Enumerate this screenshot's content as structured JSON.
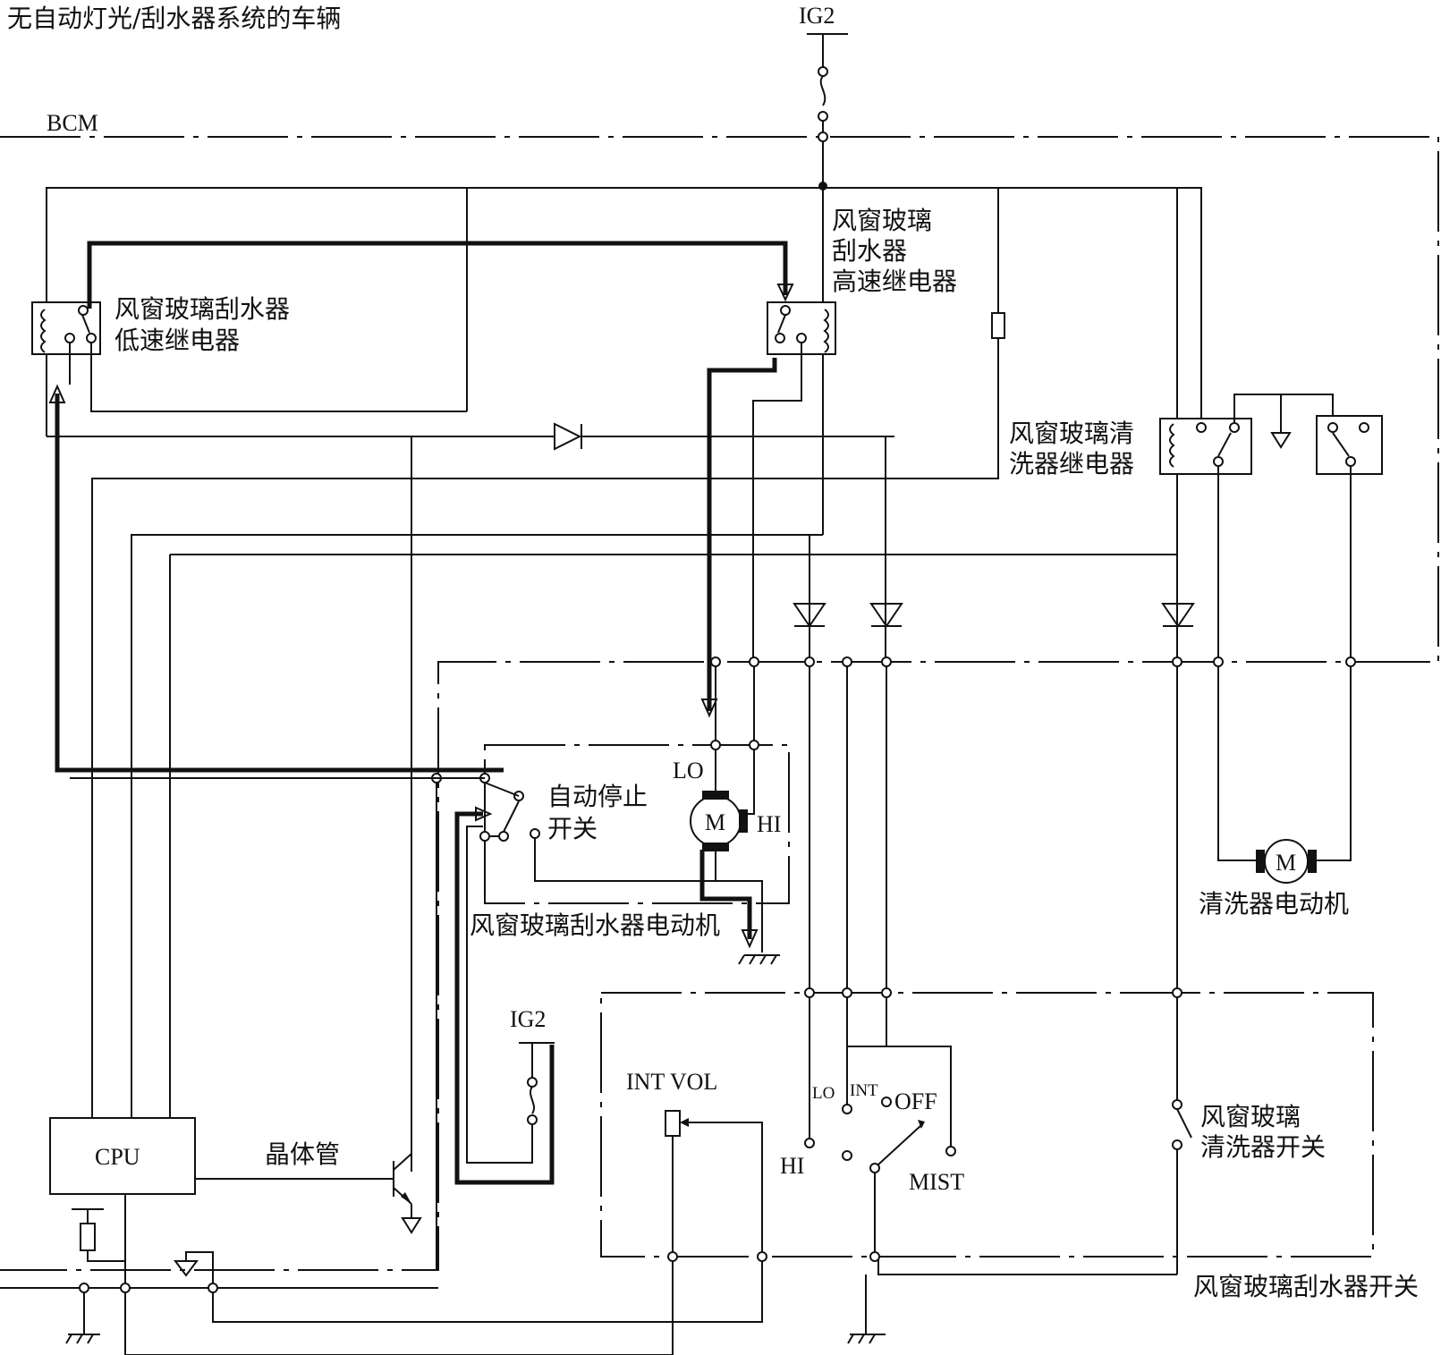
{
  "title": "无自动灯光/刮水器系统的车辆",
  "labels": {
    "ig2_top": "IG2",
    "bcm": "BCM",
    "high_relay": [
      "风窗玻璃",
      "刮水器",
      "高速继电器"
    ],
    "low_relay": [
      "风窗玻璃刮水器",
      "低速继电器"
    ],
    "washer_relay": [
      "风窗玻璃清",
      "洗器继电器"
    ],
    "auto_stop": [
      "自动停止",
      "开关"
    ],
    "wiper_motor": "风窗玻璃刮水器电动机",
    "motor_lo": "LO",
    "motor_hi": "HI",
    "motor_symbol": "M",
    "washer_motor": "清洗器电动机",
    "ig2_bottom": "IG2",
    "cpu": "CPU",
    "transistor": "晶体管",
    "int_vol": "INT VOL",
    "sw_lo": "LO",
    "sw_int": "INT",
    "sw_off": "OFF",
    "sw_hi": "HI",
    "sw_mist": "MIST",
    "washer_switch": [
      "风窗玻璃",
      "清洗器开关"
    ],
    "wiper_switch": "风窗玻璃刮水器开关"
  },
  "colors": {
    "line": "#111111",
    "background": "#ffffff"
  }
}
